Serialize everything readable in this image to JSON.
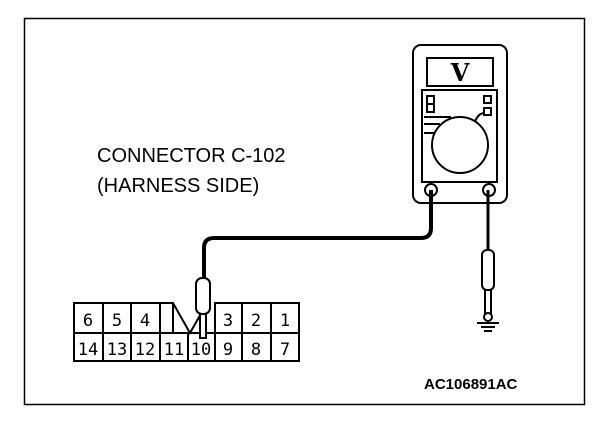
{
  "diagram": {
    "connector_title": "CONNECTOR C-102",
    "connector_subtitle": "(HARNESS SIDE)",
    "figure_code": "AC106891AC",
    "meter_display": "V",
    "top_row_pins": [
      "6",
      "5",
      "4",
      "",
      "3",
      "2",
      "1"
    ],
    "bottom_row_pins": [
      "14",
      "13",
      "12",
      "11",
      "10",
      "9",
      "8",
      "7"
    ],
    "probed_pin": "10",
    "meter_second_lead": "ground"
  }
}
